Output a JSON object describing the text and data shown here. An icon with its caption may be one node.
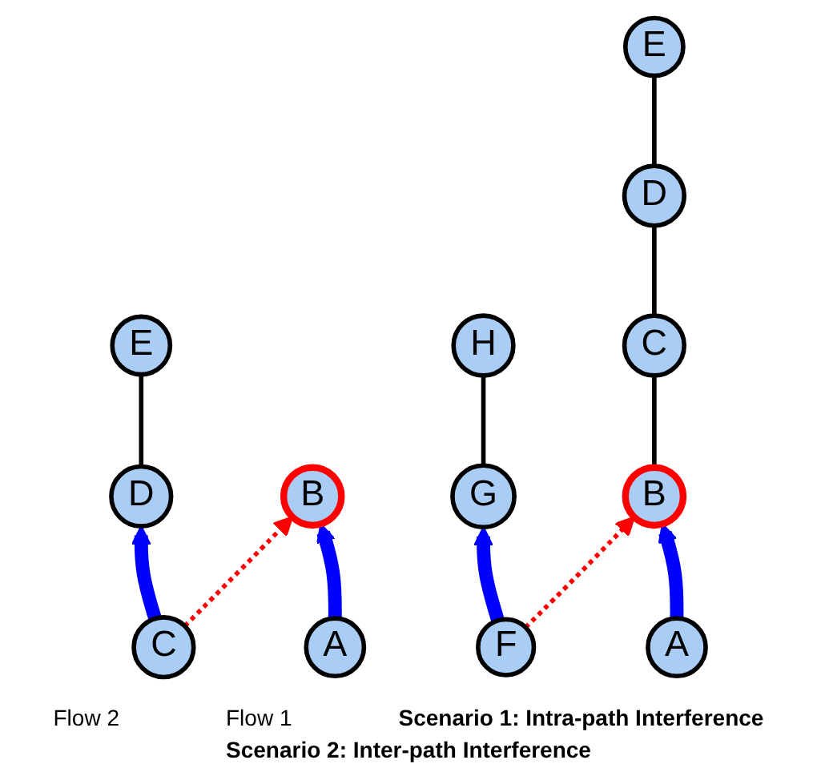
{
  "diagram": {
    "nodes": [
      {
        "text": [
          "E"
        ]
      },
      {
        "text": [
          "D"
        ]
      },
      {
        "text": [
          "C"
        ]
      },
      {
        "text": [
          "B"
        ]
      },
      {
        "text": [
          "A"
        ]
      },
      {
        "text": [
          "E"
        ]
      },
      {
        "text": [
          "D"
        ]
      },
      {
        "text": [
          "C"
        ]
      },
      {
        "text": [
          "B"
        ]
      },
      {
        "text": [
          "A"
        ]
      },
      {
        "text": [
          "H"
        ]
      },
      {
        "text": [
          "G"
        ]
      },
      {
        "text": [
          "F"
        ]
      }
    ],
    "edges": [
      {
        "from": 4,
        "to": 3,
        "arrow": "to",
        "style": "thick",
        "color": "#0000ff"
      },
      {
        "from": 2,
        "to": 3,
        "arrow": "to",
        "style": "dashed",
        "color": "#ff0000"
      },
      {
        "from": 2,
        "to": 1,
        "arrow": "to",
        "style": "thick",
        "color": "#0000ff"
      },
      {
        "from": 1,
        "to": 0,
        "arrow": "none"
      },
      {
        "from": 9,
        "to": 8,
        "arrow": "to",
        "style": "thick",
        "color": "#0000ff"
      },
      {
        "from": 8,
        "to": 7,
        "arrow": "none"
      },
      {
        "from": 7,
        "to": 6,
        "arrow": "none"
      },
      {
        "from": 6,
        "to": 5,
        "arrow": "none"
      },
      {
        "from": 12,
        "to": 8,
        "arrow": "to",
        "style": "dashed",
        "color": "#ff0000"
      },
      {
        "from": 12,
        "to": 11,
        "arrow": "to",
        "style": "thick",
        "color": "#0000ff"
      },
      {
        "from": 11,
        "to": 10,
        "arrow": "none"
      }
    ],
    "labels": [
      "Flow 2",
      "Flow 1",
      "Scenario 1: Intra-path Interference",
      "Scenario 2: Inter-path Interference"
    ]
  }
}
